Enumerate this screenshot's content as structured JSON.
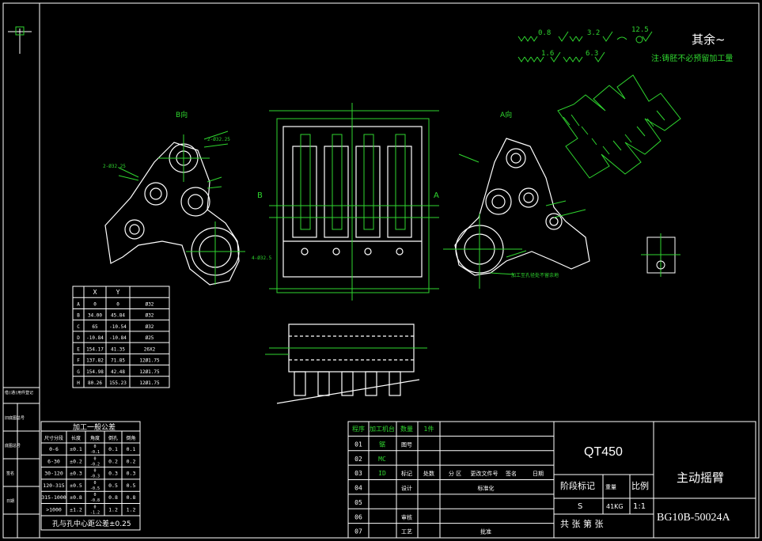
{
  "notes": {
    "r1a": "0.8",
    "r1b": "3.2",
    "r1c": "12.5",
    "r2a": "1.6",
    "r2b": "6.3",
    "rest": "其余~",
    "note": "注:铸胚不必预留加工量"
  },
  "views": {
    "view_b": "B向",
    "view_a": "A向",
    "lbl_b": "B",
    "lbl_a": "A",
    "hole_note_1": "2-Ø32.25",
    "hole_note_2": "2-Ø32.25",
    "hole_note_3": "4-Ø32.5",
    "remark": "加工至孔径处不留余地"
  },
  "coord_table": {
    "headers": [
      "",
      "X",
      "Y",
      ""
    ],
    "rows": [
      [
        "A",
        "0",
        "0",
        "Ø32"
      ],
      [
        "B",
        "34.00",
        "45.84",
        "Ø32"
      ],
      [
        "C",
        "65",
        "-10.54",
        "Ø32"
      ],
      [
        "D",
        "-10.84",
        "-10.84",
        "Ø25"
      ],
      [
        "E",
        "154.17",
        "41.35",
        "26X2"
      ],
      [
        "F",
        "137.82",
        "71.85",
        "12Ø1.75"
      ],
      [
        "G",
        "154.98",
        "42.48",
        "12Ø1.75"
      ],
      [
        "H",
        "80.26",
        "155.23",
        "12Ø1.75"
      ]
    ]
  },
  "tolerance_table": {
    "title": "加工一般公差",
    "headers": [
      "尺寸分段",
      "长度",
      "角度",
      "倒孔",
      "倒角"
    ],
    "rows": [
      [
        "0-6",
        "±0.1",
        "0\n-0.1",
        "0.1",
        "0.1"
      ],
      [
        "6-30",
        "±0.2",
        "0\n-0.2",
        "0.2",
        "0.2"
      ],
      [
        "30-120",
        "±0.3",
        "0\n-0.3",
        "0.3",
        "0.3"
      ],
      [
        "120-315",
        "±0.5",
        "0\n-0.5",
        "0.5",
        "0.5"
      ],
      [
        "315-1000",
        "±0.8",
        "0\n-0.8",
        "0.8",
        "0.8"
      ],
      [
        ">1000",
        "±1.2",
        "0\n-1.2",
        "1.2",
        "1.2"
      ]
    ],
    "footer": "孔与孔中心距公差±0.25"
  },
  "process_table": {
    "headers": [
      "程序",
      "加工机台",
      "数量",
      "1件"
    ],
    "rows": [
      [
        "01",
        "锯",
        "图号"
      ],
      [
        "02",
        "MC",
        ""
      ],
      [
        "03",
        "ID",
        ""
      ],
      [
        "04",
        "",
        ""
      ],
      [
        "05",
        "",
        ""
      ],
      [
        "06",
        "",
        ""
      ],
      [
        "07",
        "",
        ""
      ]
    ],
    "sign_row": [
      "标记",
      "处数",
      "分 区",
      "更改文件号",
      "签名",
      "日期"
    ],
    "roles": [
      "设计",
      "审核",
      "工艺"
    ],
    "std": "标准化",
    "approve": "批准"
  },
  "title_block": {
    "material": "QT450",
    "stage_mark": "阶段标记",
    "weight_lbl": "重量",
    "scale_lbl": "比例",
    "stage_val": "S",
    "weight_val": "41KG",
    "scale_val": "1:1",
    "sheets": "共  张 第  张",
    "part_name": "主动摇臂",
    "drawing_no": "BG10B-50024A"
  },
  "left_strip": {
    "labels": [
      "借(通)用件登记",
      "旧底图总号",
      "底图总号",
      "签名",
      "日期"
    ]
  }
}
